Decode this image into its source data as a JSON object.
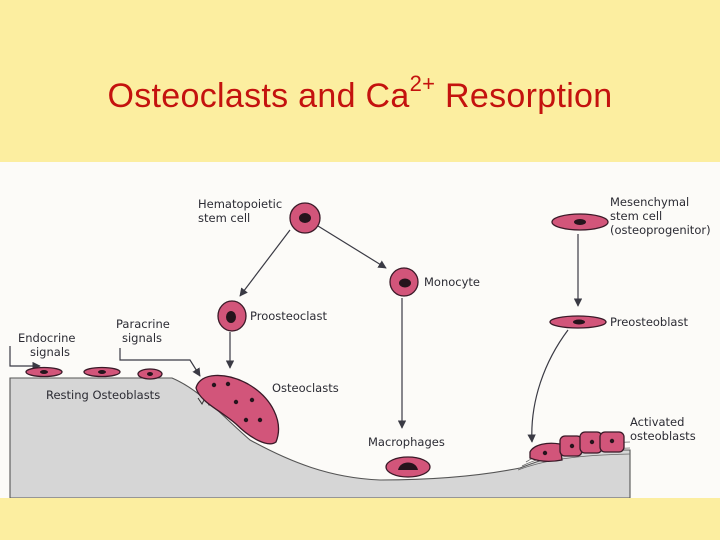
{
  "slide": {
    "title_main": "Osteoclasts and Ca",
    "title_sup": "2+",
    "title_end": " Resorption"
  },
  "diagram": {
    "labels": {
      "hematopoietic_1": "Hematopoietic",
      "hematopoietic_2": "stem cell",
      "monocyte": "Monocyte",
      "proosteoclast": "Proosteoclast",
      "osteoclasts": "Osteoclasts",
      "macrophages": "Macrophages",
      "mesenchymal_1": "Mesenchymal",
      "mesenchymal_2": "stem cell",
      "mesenchymal_3": "(osteoprogenitor)",
      "preosteoblast": "Preosteoblast",
      "activated_1": "Activated",
      "activated_2": "osteoblasts",
      "endocrine_1": "Endocrine",
      "endocrine_2": "signals",
      "paracrine_1": "Paracrine",
      "paracrine_2": "signals",
      "resting": "Resting Osteoblasts"
    },
    "colors": {
      "cell_fill": "#D2557A",
      "nucleus": "#25141c",
      "bone": "#D6D6D6",
      "title": "#C4120E",
      "background": "#FCEEA0"
    }
  }
}
